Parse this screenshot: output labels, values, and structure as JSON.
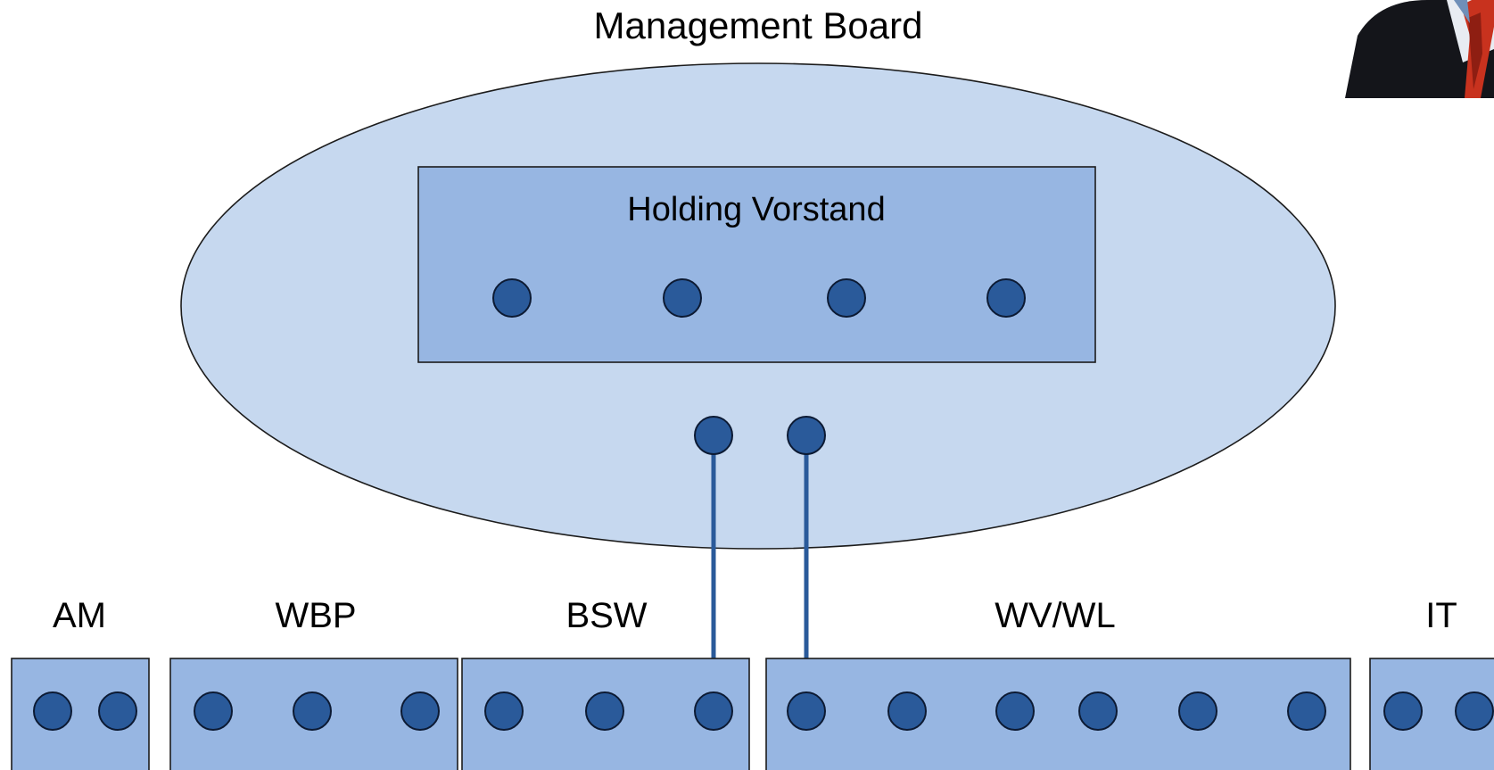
{
  "management_board": {
    "title": "Management Board",
    "member_count": 2
  },
  "holding_vorstand": {
    "title": "Holding Vorstand",
    "member_count": 4
  },
  "divisions": [
    {
      "label": "AM",
      "member_count": 2
    },
    {
      "label": "WBP",
      "member_count": 3
    },
    {
      "label": "BSW",
      "member_count": 3
    },
    {
      "label": "WV/WL",
      "member_count": 6
    },
    {
      "label": "IT",
      "member_count": 2
    }
  ],
  "links": [
    {
      "from": "management-board-member-1",
      "to": "bsw-member-3"
    },
    {
      "from": "management-board-member-2",
      "to": "wv-wl-member-1"
    }
  ],
  "colors": {
    "ellipse_fill": "#c6d8ef",
    "box_fill": "#97b6e2",
    "node_fill": "#2a5a9a",
    "link": "#2a5a9a"
  },
  "photo": {
    "icon": "person-photo-icon"
  }
}
